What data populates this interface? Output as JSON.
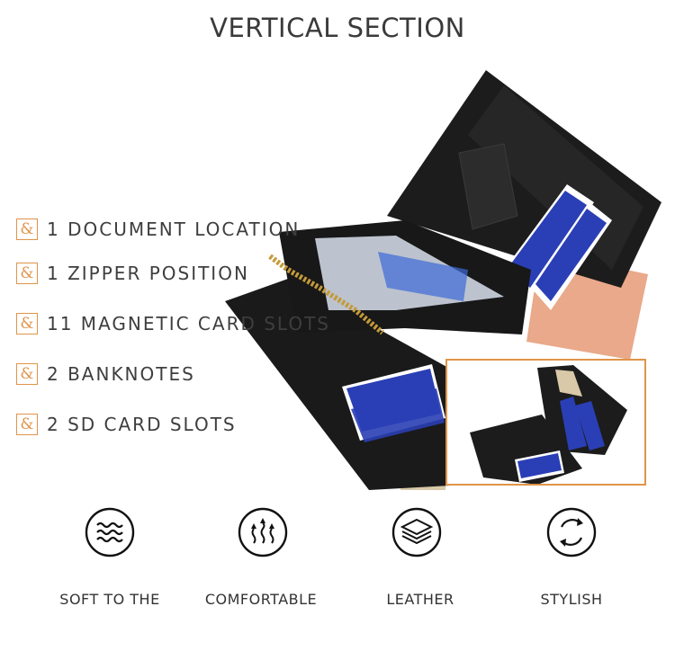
{
  "title": "VERTICAL SECTION",
  "features": [
    {
      "mark": "&",
      "label": "1 DOCUMENT LOCATION"
    },
    {
      "mark": "&",
      "label": "1 ZIPPER POSITION"
    },
    {
      "mark": "&",
      "label": "11 MAGNETIC CARD SLOTS"
    },
    {
      "mark": "&",
      "label": "2 BANKNOTES"
    },
    {
      "mark": "&",
      "label": "2 SD CARD SLOTS"
    }
  ],
  "badges": [
    {
      "icon": "waves-icon",
      "label": "SOFT TO THE"
    },
    {
      "icon": "arrows-up-icon",
      "label": "COMFORTABLE"
    },
    {
      "icon": "layers-icon",
      "label": "LEATHER"
    },
    {
      "icon": "rotate-icon",
      "label": "STYLISH"
    }
  ],
  "colors": {
    "accent": "#e0944a",
    "wallet": "#1c1c1c",
    "card": "#2a3fb5"
  }
}
